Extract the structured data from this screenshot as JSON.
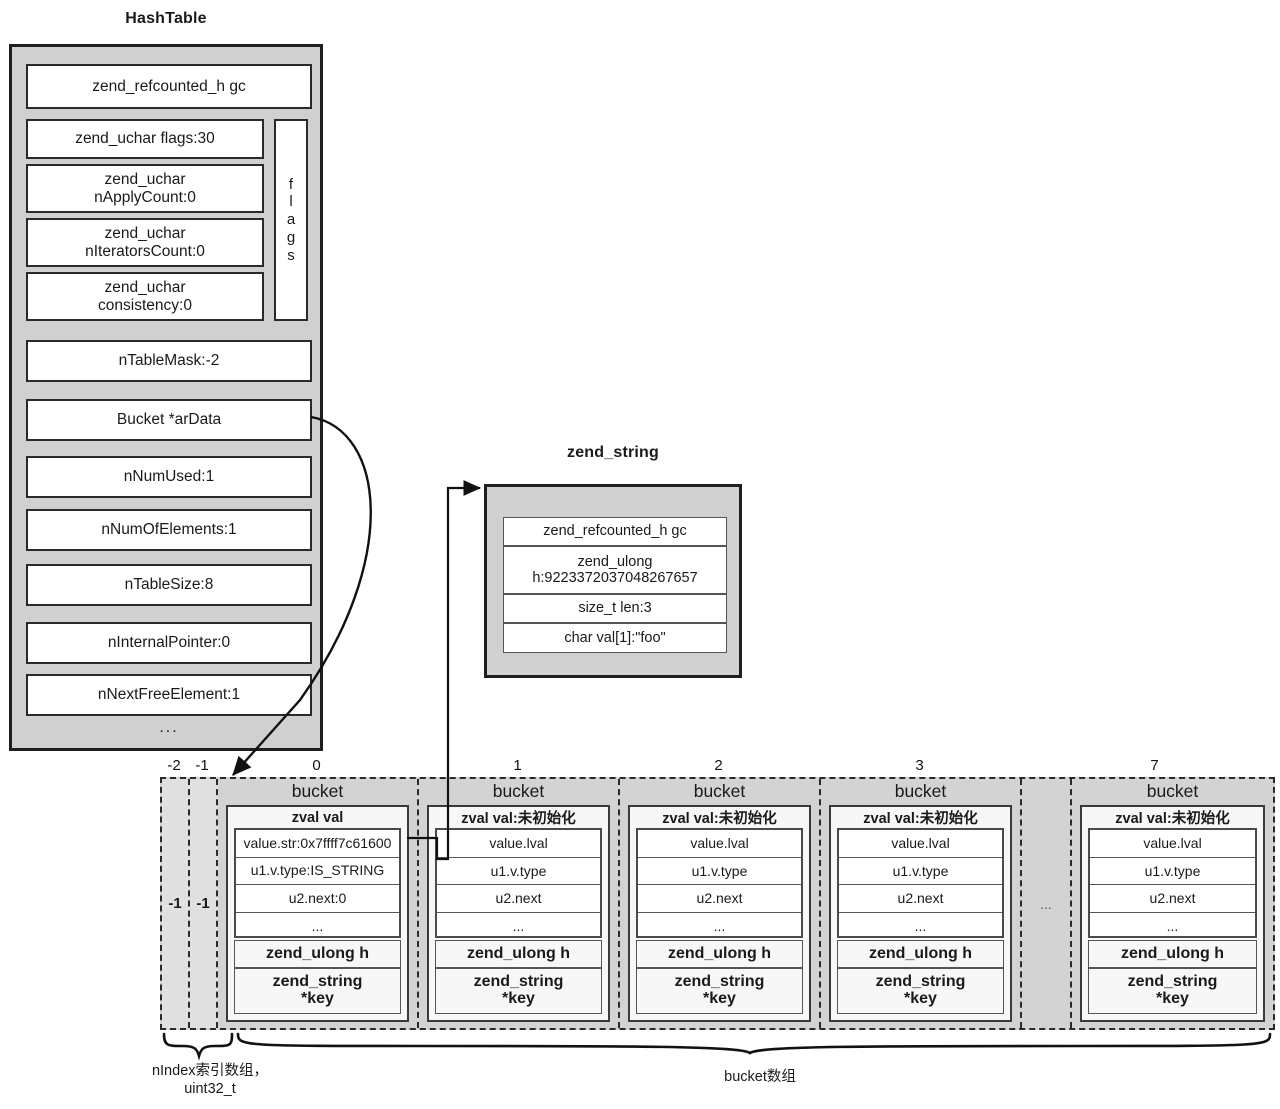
{
  "hashtable": {
    "title": "HashTable",
    "fields": [
      {
        "label": "zend_refcounted_h gc"
      },
      {
        "label": "zend_uchar flags:30"
      },
      {
        "label": "zend_uchar\nnApplyCount:0"
      },
      {
        "label": "zend_uchar\nnIteratorsCount:0"
      },
      {
        "label": "zend_uchar\nconsistency:0"
      },
      {
        "label": "nTableMask:-2"
      },
      {
        "label": "Bucket *arData"
      },
      {
        "label": "nNumUsed:1"
      },
      {
        "label": "nNumOfElements:1"
      },
      {
        "label": "nTableSize:8"
      },
      {
        "label": "nInternalPointer:0"
      },
      {
        "label": "nNextFreeElement:1"
      }
    ],
    "ellipsis": "...",
    "flags_label": "flags",
    "flags_letters": [
      "f",
      "l",
      "a",
      "g",
      "s"
    ]
  },
  "zend_string": {
    "title": "zend_string",
    "fields": [
      "zend_refcounted_h gc",
      "zend_ulong\nh:9223372037048267657",
      "size_t len:3",
      "char val[1]:\"foo\""
    ]
  },
  "nindex": {
    "indices": [
      "-2",
      "-1"
    ],
    "values": [
      "-1",
      "-1"
    ],
    "caption": "nIndex索引数组，\nuint32_t"
  },
  "buckets": {
    "caption": "bucket数组",
    "ellipsis_cell": "...",
    "items": [
      {
        "index": "0",
        "title": "bucket",
        "zval_head": "zval val",
        "rows": [
          "value.str:0x7ffff7c61600",
          "u1.v.type:IS_STRING",
          "u2.next:0",
          "..."
        ],
        "tail": [
          "zend_ulong h",
          "zend_string\n*key"
        ]
      },
      {
        "index": "1",
        "title": "bucket",
        "zval_head": "zval val:未初始化",
        "rows": [
          "value.lval",
          "u1.v.type",
          "u2.next",
          "..."
        ],
        "tail": [
          "zend_ulong h",
          "zend_string\n*key"
        ]
      },
      {
        "index": "2",
        "title": "bucket",
        "zval_head": "zval val:未初始化",
        "rows": [
          "value.lval",
          "u1.v.type",
          "u2.next",
          "..."
        ],
        "tail": [
          "zend_ulong h",
          "zend_string\n*key"
        ]
      },
      {
        "index": "3",
        "title": "bucket",
        "zval_head": "zval val:未初始化",
        "rows": [
          "value.lval",
          "u1.v.type",
          "u2.next",
          "..."
        ],
        "tail": [
          "zend_ulong h",
          "zend_string\n*key"
        ]
      },
      {
        "index": "7",
        "title": "bucket",
        "zval_head": "zval val:未初始化",
        "rows": [
          "value.lval",
          "u1.v.type",
          "u2.next",
          "..."
        ],
        "tail": [
          "zend_ulong h",
          "zend_string\n*key"
        ]
      }
    ]
  },
  "colors": {
    "struct_fill": "#d0d0d0",
    "field_fill": "#ffffff",
    "bucket_fill": "#d3d3d3",
    "nindex_fill": "#e0e0e0",
    "stroke": "#1f1f1f"
  }
}
